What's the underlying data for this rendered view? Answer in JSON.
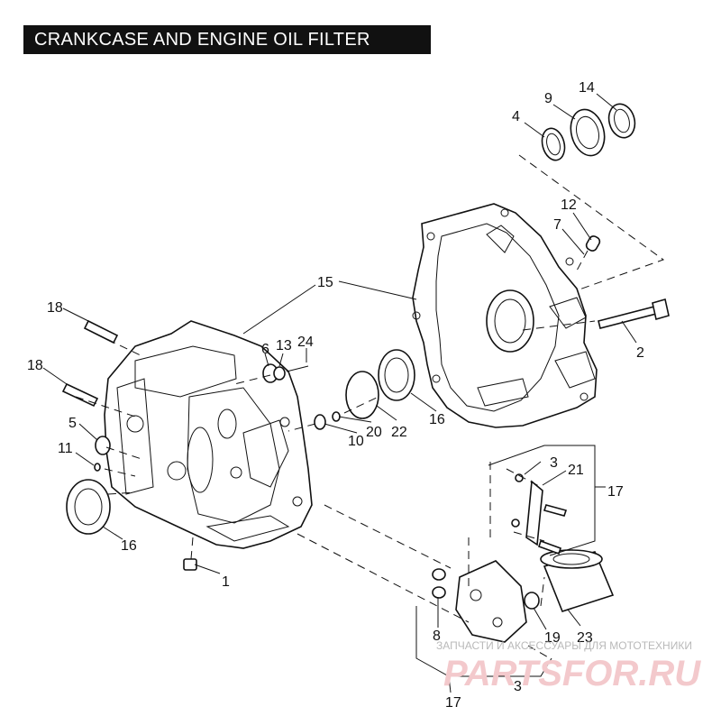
{
  "title": "CRANKCASE AND ENGINE OIL FILTER",
  "callouts": {
    "c1": "1",
    "c2": "2",
    "c3a": "3",
    "c3b": "3",
    "c4": "4",
    "c5": "5",
    "c6": "6",
    "c7": "7",
    "c8": "8",
    "c9": "9",
    "c10": "10",
    "c11": "11",
    "c12": "12",
    "c13": "13",
    "c14": "14",
    "c15": "15",
    "c16a": "16",
    "c16b": "16",
    "c17a": "17",
    "c17b": "17",
    "c18a": "18",
    "c18b": "18",
    "c19": "19",
    "c20": "20",
    "c21": "21",
    "c22": "22",
    "c23": "23",
    "c24": "24"
  },
  "watermark": {
    "caption": "ЗАПЧАСТИ И АКСЕССУАРЫ ДЛЯ МОТОТЕХНИКИ",
    "brand": "PARTSFOR.RU"
  }
}
